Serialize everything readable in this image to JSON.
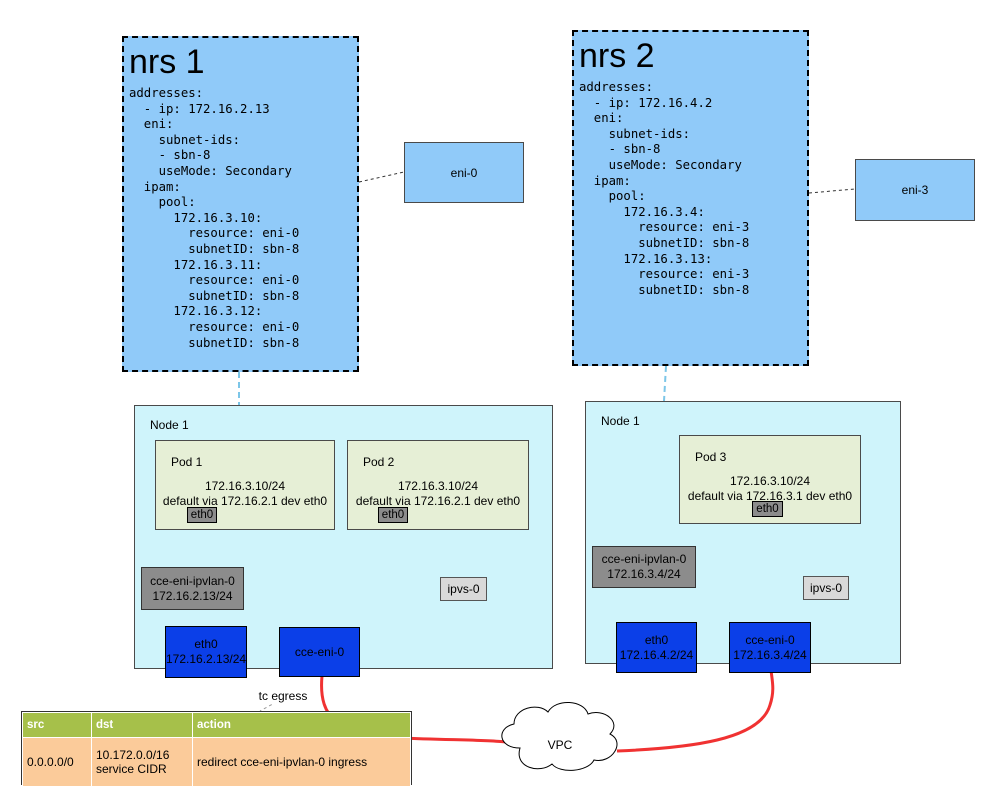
{
  "nrs1": {
    "title": "nrs 1",
    "yaml": "addresses:\n  - ip: 172.16.2.13\n  eni:\n    subnet-ids:\n    - sbn-8\n    useMode: Secondary\n  ipam:\n    pool:\n      172.16.3.10:\n        resource: eni-0\n        subnetID: sbn-8\n      172.16.3.11:\n        resource: eni-0\n        subnetID: sbn-8\n      172.16.3.12:\n        resource: eni-0\n        subnetID: sbn-8"
  },
  "nrs2": {
    "title": "nrs 2",
    "yaml": "addresses:\n  - ip: 172.16.4.2\n  eni:\n    subnet-ids:\n    - sbn-8\n    useMode: Secondary\n  ipam:\n    pool:\n      172.16.3.4:\n        resource: eni-3\n        subnetID: sbn-8\n      172.16.3.13:\n        resource: eni-3\n        subnetID: sbn-8"
  },
  "eni_left": "eni-0",
  "eni_right": "eni-3",
  "node1": {
    "label": "Node 1",
    "pod1": {
      "label": "Pod 1",
      "addr": "172.16.3.10/24",
      "route": "default via 172.16.2.1 dev eth0",
      "eth": "eth0"
    },
    "pod2": {
      "label": "Pod 2",
      "addr": "172.16.3.10/24",
      "route": "default via 172.16.2.1 dev eth0",
      "eth": "eth0"
    },
    "ipvlan": {
      "name": "cce-eni-ipvlan-0",
      "ip": "172.16.2.13/24"
    },
    "ipvs": "ipvs-0",
    "eth0": {
      "name": "eth0",
      "ip": "172.16.2.13/24"
    },
    "cce_eni": "cce-eni-0"
  },
  "node2": {
    "label": "Node 1",
    "pod3": {
      "label": "Pod 3",
      "addr": "172.16.3.10/24",
      "route": "default via 172.16.3.1 dev eth0",
      "eth": "eth0"
    },
    "ipvlan": {
      "name": "cce-eni-ipvlan-0",
      "ip": "172.16.3.4/24"
    },
    "ipvs": "ipvs-0",
    "eth0": {
      "name": "eth0",
      "ip": "172.16.4.2/24"
    },
    "cce_eni": {
      "name": "cce-eni-0",
      "ip": "172.16.3.4/24"
    }
  },
  "tc_egress": "tc egress",
  "vpc": "VPC",
  "table": {
    "headers": [
      "src",
      "dst",
      "action"
    ],
    "row": {
      "src": "0.0.0.0/0",
      "dst_line1": "10.172.0.0/16",
      "dst_line2": "service CIDR",
      "action": "redirect cce-eni-ipvlan-0 ingress"
    }
  },
  "colors": {
    "nrs_fill": "#90caf9",
    "node_fill": "#cff4fb",
    "pod_fill": "#e6efd6",
    "interface_blue": "#0b3fe8",
    "route_red": "#f03232",
    "table_header": "#a6c04a",
    "table_cell": "#fbcb9a"
  }
}
